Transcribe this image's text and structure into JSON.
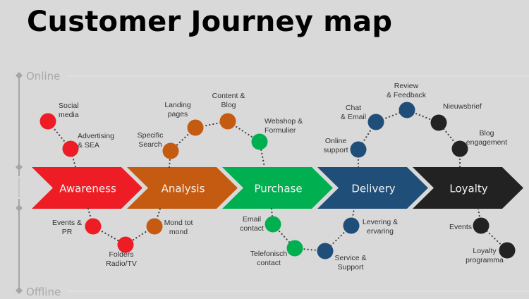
{
  "title": "Customer Journey map",
  "axis": {
    "top_label": "Online",
    "bottom_label": "Offline"
  },
  "stages": [
    {
      "label": "Awareness",
      "color": "#ee1c24"
    },
    {
      "label": "Analysis",
      "color": "#c55a11"
    },
    {
      "label": "Purchase",
      "color": "#00b050"
    },
    {
      "label": "Delivery",
      "color": "#1f4e79"
    },
    {
      "label": "Loyalty",
      "color": "#222222"
    }
  ],
  "touchpoints": {
    "online": [
      {
        "stage": 0,
        "lines": [
          "Social",
          "media"
        ]
      },
      {
        "stage": 0,
        "lines": [
          "Advertising",
          "& SEA"
        ]
      },
      {
        "stage": 1,
        "lines": [
          "Specific",
          "Search"
        ]
      },
      {
        "stage": 1,
        "lines": [
          "Landing",
          "pages"
        ]
      },
      {
        "stage": 1,
        "lines": [
          "Content &",
          "Blog"
        ]
      },
      {
        "stage": 2,
        "lines": [
          "Webshop &",
          "Formulier"
        ]
      },
      {
        "stage": 3,
        "lines": [
          "Online",
          "support"
        ]
      },
      {
        "stage": 3,
        "lines": [
          "Chat",
          "& Email"
        ]
      },
      {
        "stage": 3,
        "lines": [
          "Review",
          "& Feedback"
        ]
      },
      {
        "stage": 4,
        "lines": [
          "Nieuwsbrief"
        ]
      },
      {
        "stage": 4,
        "lines": [
          "Blog",
          "engagement"
        ]
      }
    ],
    "offline": [
      {
        "stage": 0,
        "lines": [
          "Events &",
          "PR"
        ]
      },
      {
        "stage": 0,
        "lines": [
          "Folders",
          "Radio/TV"
        ]
      },
      {
        "stage": 1,
        "lines": [
          "Mond tot",
          "mond"
        ]
      },
      {
        "stage": 2,
        "lines": [
          "Email",
          "contact"
        ]
      },
      {
        "stage": 2,
        "lines": [
          "Telefonisch",
          "contact"
        ]
      },
      {
        "stage": 3,
        "lines": [
          "Service &",
          "Support"
        ]
      },
      {
        "stage": 3,
        "lines": [
          "Levering &",
          "ervaring"
        ]
      },
      {
        "stage": 4,
        "lines": [
          "Events"
        ]
      },
      {
        "stage": 4,
        "lines": [
          "Loyalty",
          "programma"
        ]
      }
    ]
  }
}
